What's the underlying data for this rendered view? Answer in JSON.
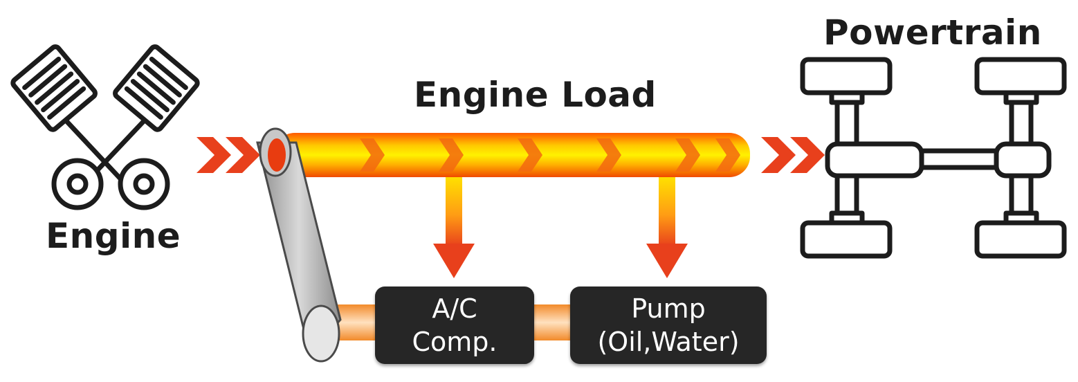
{
  "labels": {
    "engine": "Engine",
    "engine_load": "Engine Load",
    "powertrain": "Powertrain"
  },
  "boxes": {
    "ac": {
      "line1": "A/C",
      "line2": "Comp."
    },
    "pump": {
      "line1": "Pump",
      "line2": "(Oil,Water)"
    }
  },
  "colors": {
    "arrow_red": "#e8401c",
    "pipe_yellow": "#ffe400",
    "pipe_orange": "#f57a10",
    "box_bg": "#262626",
    "outline": "#1c1c1c",
    "belt_gray": "#a9a9a9"
  },
  "icons": {
    "engine": "engine-pistons-icon",
    "powertrain": "chassis-axle-icon"
  }
}
